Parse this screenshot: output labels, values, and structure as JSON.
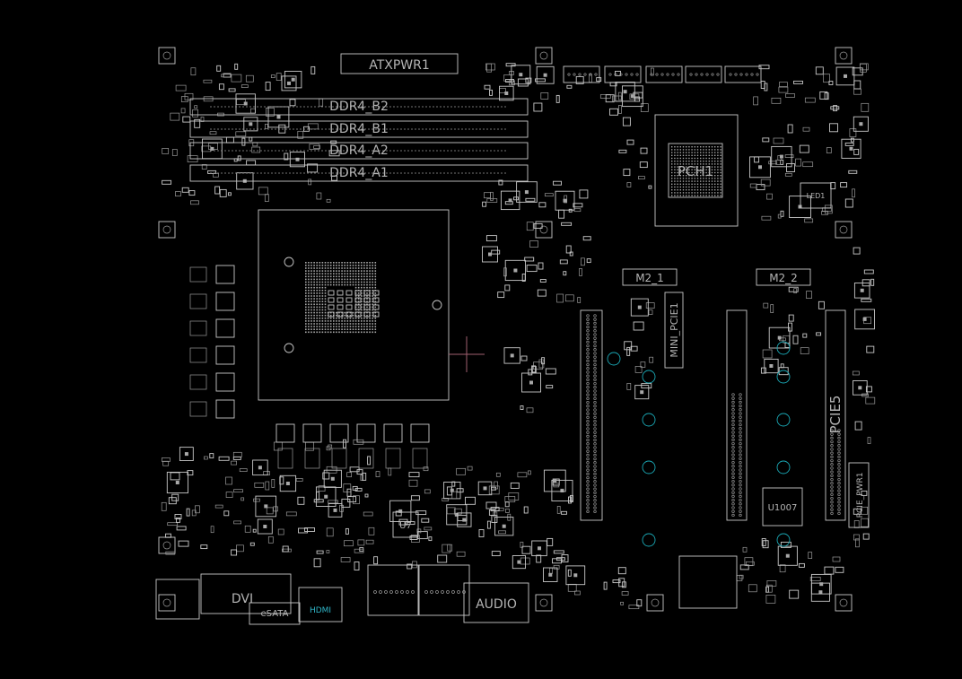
{
  "board": {
    "labels": {
      "atxpwr": "ATXPWR1",
      "ddr_b2": "DDR4_B2",
      "ddr_b1": "DDR4_B1",
      "ddr_a2": "DDR4_A2",
      "ddr_a1": "DDR4_A1",
      "pch": "PCH1",
      "led1": "LED1",
      "m2_1": "M2_1",
      "m2_2": "M2_2",
      "mini_pcie": "MINI_PCIE1",
      "pcie5": "PCIE5",
      "u1007": "U1007",
      "dvi": "DVI",
      "esata": "eSATA",
      "hdmi": "HDMI",
      "audio": "AUDIO",
      "u7": "U7",
      "pcie_pwr": "PCIE_PWR1"
    },
    "colors": {
      "background": "#000000",
      "outline": "#c8c8c8",
      "highlight": "#1aa7b4",
      "cursor": "#a06070"
    }
  }
}
